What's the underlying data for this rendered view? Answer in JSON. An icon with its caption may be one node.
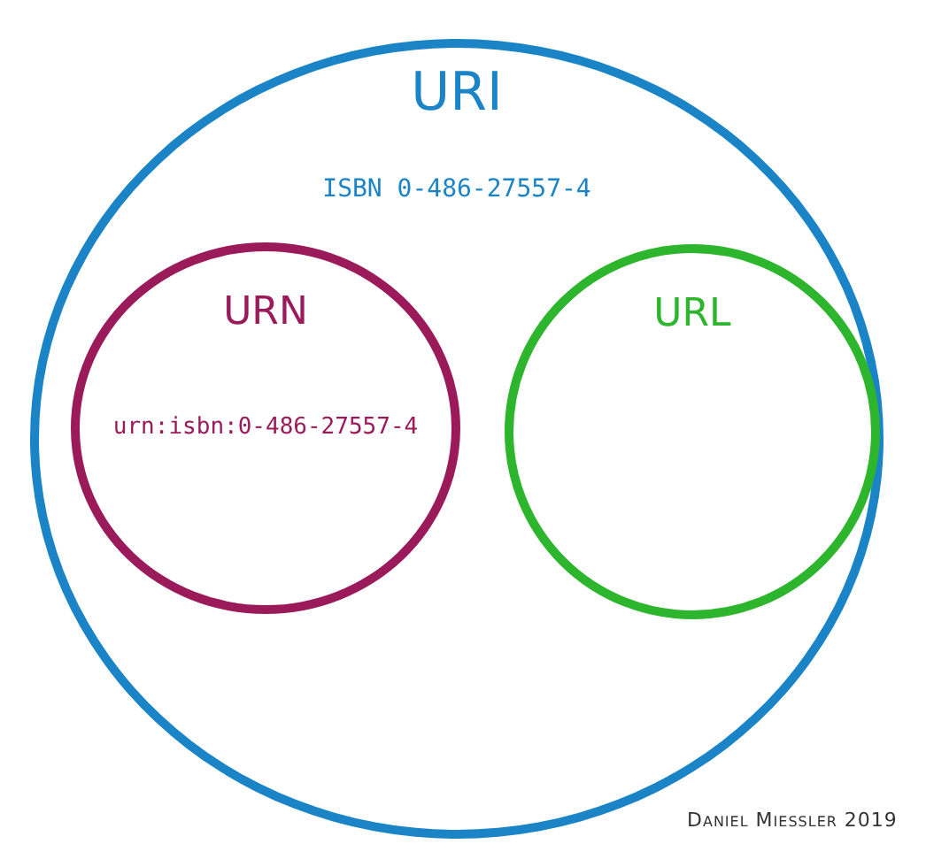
{
  "diagram": {
    "nodes": [
      {
        "text": [
          "URI",
          "ISBN 0-486-27557-4"
        ]
      },
      {
        "text": [
          "URN",
          "urn:isbn:0-486-27557-4"
        ],
        "in": 0
      },
      {
        "text": [
          "URL"
        ],
        "in": 0
      }
    ],
    "edges": [],
    "labels": [
      "Daniel Miessler 2019"
    ]
  }
}
